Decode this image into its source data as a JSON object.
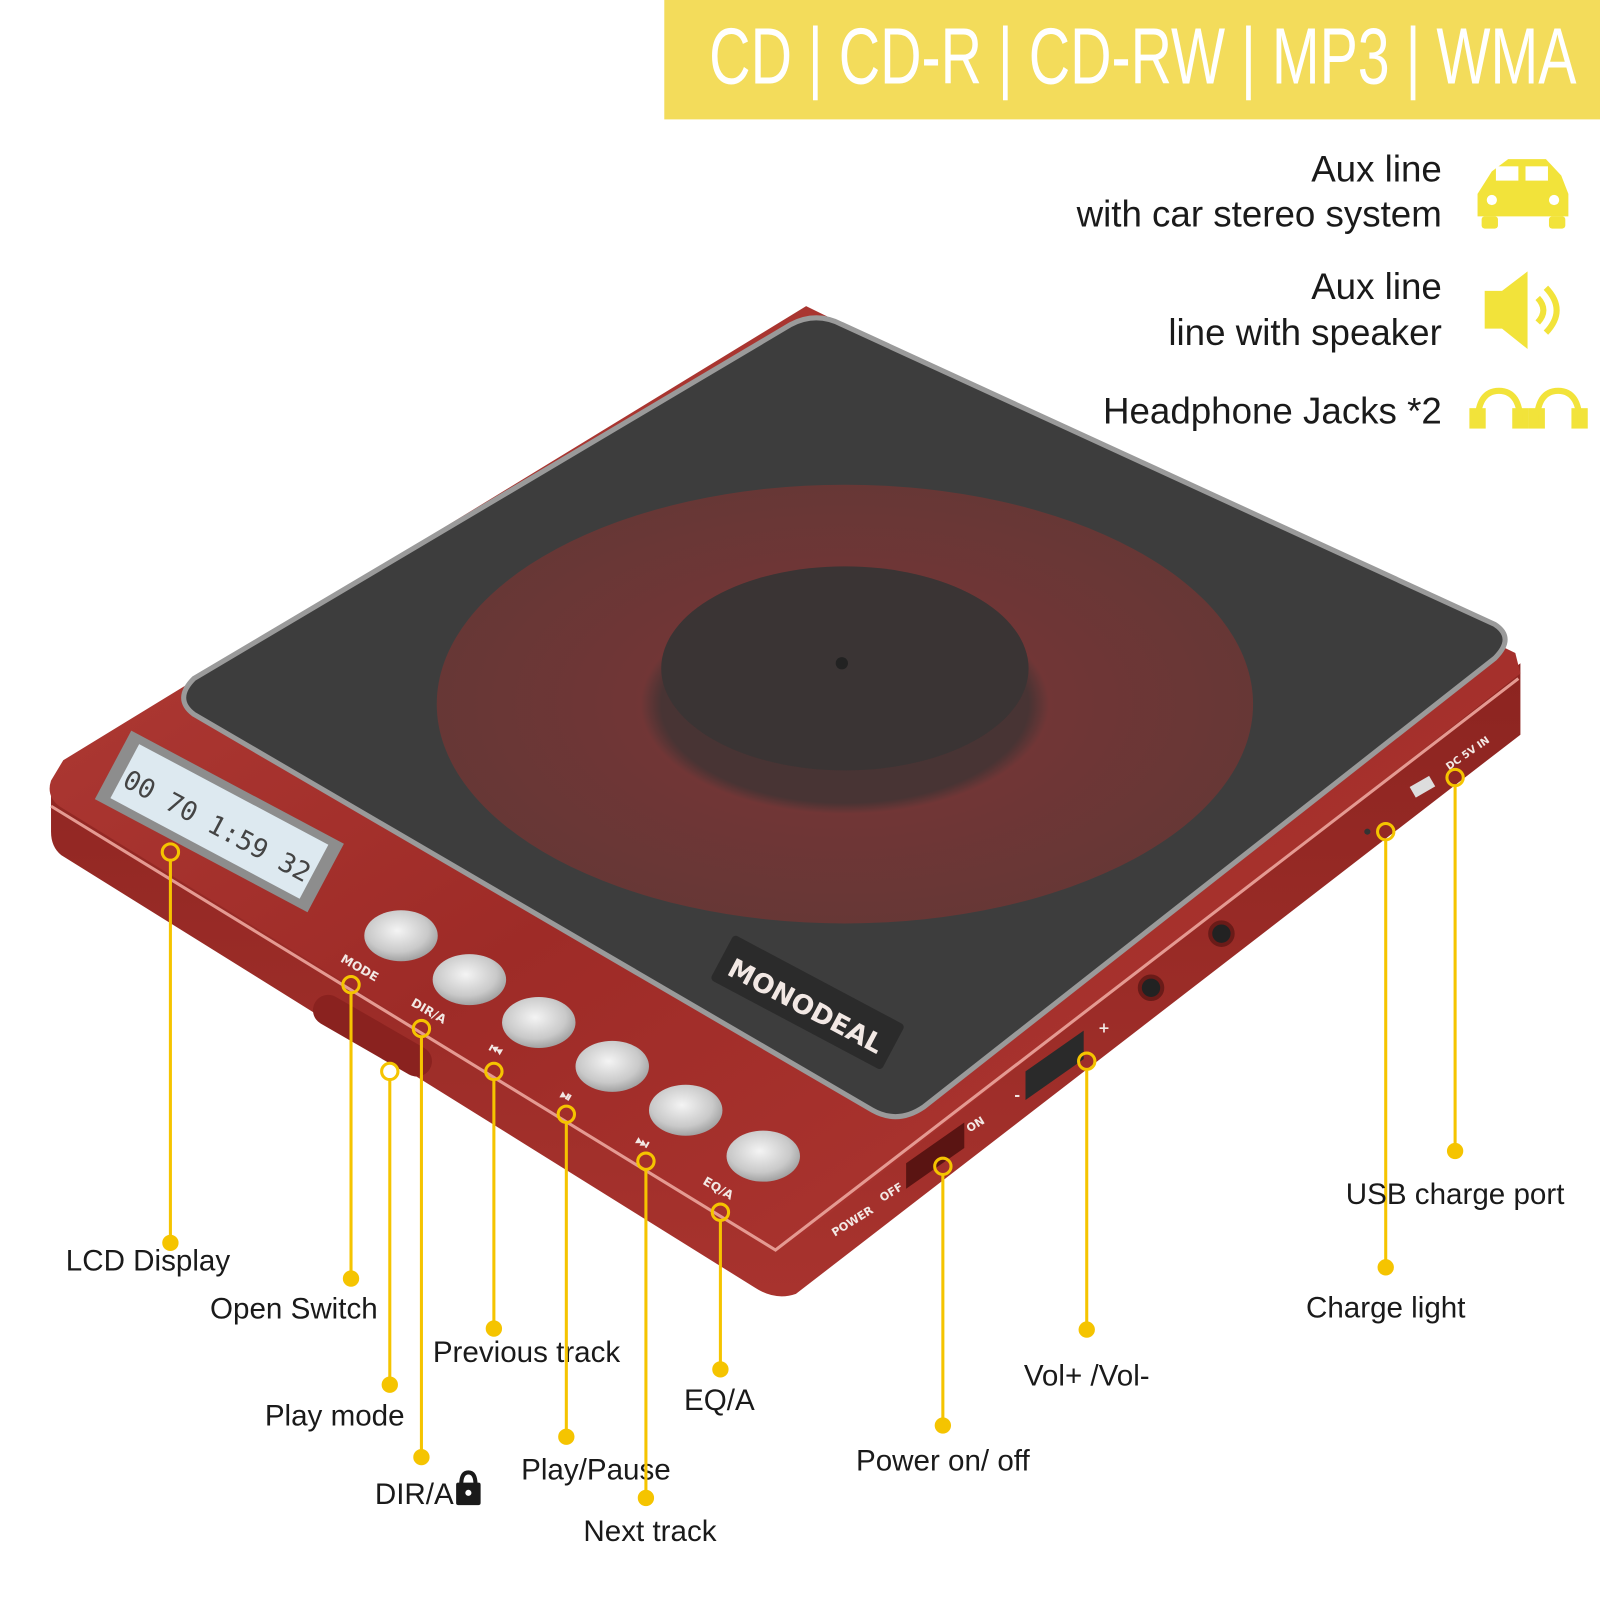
{
  "banner": {
    "text": "CD | CD-R | CD-RW | MP3 | WMA",
    "bg_color": "#F3DC5B",
    "text_color": "#FFFFFF"
  },
  "features": [
    {
      "lines": [
        "Aux line",
        "with car stereo system"
      ],
      "icon": "car-icon"
    },
    {
      "lines": [
        "Aux line",
        "line with speaker"
      ],
      "icon": "speaker-icon"
    },
    {
      "lines": [
        "Headphone Jacks *2"
      ],
      "icon": "headphones-icon"
    }
  ],
  "accent_color": "#F5C400",
  "icon_color": "#F2E33A",
  "device": {
    "brand": "MONODEAL",
    "lcd_text": "00 70 1:59 32",
    "buttons": [
      "MODE",
      "DIR/A",
      "⏮",
      "⏯",
      "⏭",
      "EQ/A"
    ],
    "power_labels": [
      "POWER",
      "OFF",
      "ON"
    ],
    "volume_labels": [
      "-",
      "+"
    ],
    "dc_label": "DC 5V IN",
    "body_color": "#A8302C",
    "lid_color": "#3A3A3A"
  },
  "callouts": [
    {
      "label": "LCD Display"
    },
    {
      "label": "Open Switch"
    },
    {
      "label": "Play mode"
    },
    {
      "label": "DIR/A"
    },
    {
      "label": "Previous track"
    },
    {
      "label": "Play/Pause"
    },
    {
      "label": "Next track"
    },
    {
      "label": "EQ/A"
    },
    {
      "label": "Power on/ off"
    },
    {
      "label": "Vol+ /Vol-"
    },
    {
      "label": "Charge light"
    },
    {
      "label": "USB charge port"
    }
  ]
}
